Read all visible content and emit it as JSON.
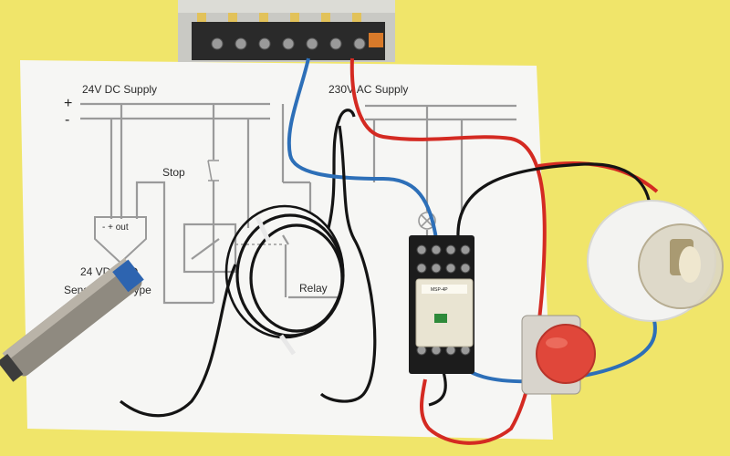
{
  "diagram": {
    "plus_symbol": "+",
    "minus_symbol": "-",
    "dc_supply_label": "24V DC Supply",
    "ac_supply_label": "230V AC Supply",
    "stop_label": "Stop",
    "sensor_pins": "- + out",
    "sensor_title_line1": "24 VDC NO",
    "sensor_title_line2": "Sensor NPN Type",
    "relay_label": "Relay"
  },
  "relay_module": {
    "model_text": "MSP-4P"
  },
  "colors": {
    "background": "#f0e56a",
    "paper": "#f6f6f4",
    "diagram_line": "#9a9a9a",
    "wire_red": "#d42a22",
    "wire_blue": "#2d6fb8",
    "wire_black": "#141414",
    "push_button": "#e0473a"
  }
}
